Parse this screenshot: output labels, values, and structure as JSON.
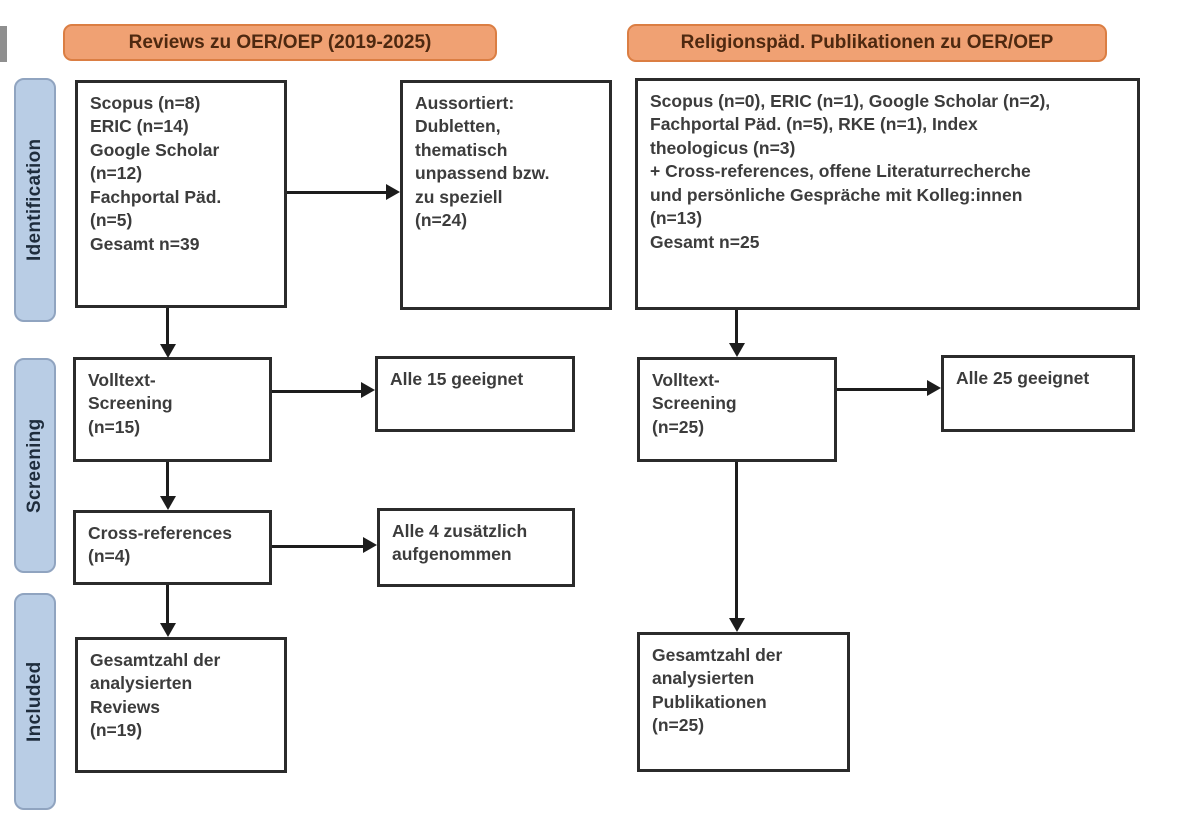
{
  "diagram": {
    "header_left": "Reviews zu OER/OEP (2019-2025)",
    "header_right": "Religionspäd. Publikationen zu OER/OEP",
    "stages": {
      "identification": "Identification",
      "screening": "Screening",
      "included": "Included"
    },
    "left_column": {
      "sources": "Scopus (n=8)\nERIC (n=14)\nGoogle Scholar\n(n=12)\nFachportal Päd.\n(n=5)\nGesamt n=39",
      "excluded": "Aussortiert:\nDubletten,\nthematisch\nunpassend bzw.\nzu speziell\n(n=24)",
      "fulltext_screening": "Volltext-\nScreening\n(n=15)",
      "fulltext_result": "Alle 15 geeignet",
      "cross_references": "Cross-references\n(n=4)",
      "cross_references_result": "Alle 4 zusätzlich\naufgenommen",
      "included_total": "Gesamtzahl der\nanalysierten\nReviews\n(n=19)"
    },
    "right_column": {
      "sources": "Scopus (n=0), ERIC (n=1), Google Scholar (n=2),\nFachportal Päd. (n=5), RKE (n=1), Index\ntheologicus (n=3)\n+ Cross-references, offene Literaturrecherche\nund persönliche Gespräche mit Kolleg:innen\n(n=13)\nGesamt n=25",
      "fulltext_screening": "Volltext-\nScreening\n(n=25)",
      "fulltext_result": "Alle 25 geeignet",
      "included_total": "Gesamtzahl der\nanalysierten\nPublikationen\n(n=25)"
    },
    "colors": {
      "header_fill": "#F0A173",
      "header_border": "#DB7E43",
      "header_text": "#4E2910",
      "stage_fill": "#B9CDE5",
      "stage_border": "#90A4C0",
      "stage_text": "#1E2C3C",
      "box_border": "#2B2B2B",
      "box_text": "#3C3C3C",
      "arrow": "#1C1C1C"
    }
  }
}
